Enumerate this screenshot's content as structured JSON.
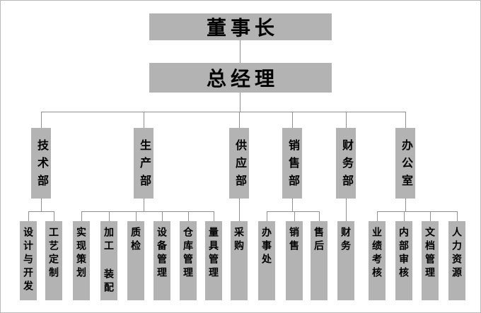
{
  "org_chart": {
    "chairman": {
      "label": "董事长"
    },
    "general_manager": {
      "label": "总经理"
    },
    "departments": [
      {
        "label": "技术部",
        "children": [
          "设计与开发",
          "工艺定制"
        ]
      },
      {
        "label": "生产部",
        "children": [
          "实现策划",
          "加工 装配",
          "质检",
          "设备管理",
          "仓库管理",
          "量具管理"
        ]
      },
      {
        "label": "供应部",
        "children": [
          "采购"
        ]
      },
      {
        "label": "销售部",
        "children": [
          "办事处",
          "销售",
          "售后"
        ]
      },
      {
        "label": "财务部",
        "children": [
          "财务"
        ]
      },
      {
        "label": "办公室",
        "children": [
          "业绩考核",
          "内部审核",
          "文档管理",
          "人力资源"
        ]
      }
    ],
    "colors": {
      "box_fill": "#b3b3b3",
      "connector": "#8f8f8f",
      "text": "#000000",
      "background": "#ffffff"
    }
  }
}
